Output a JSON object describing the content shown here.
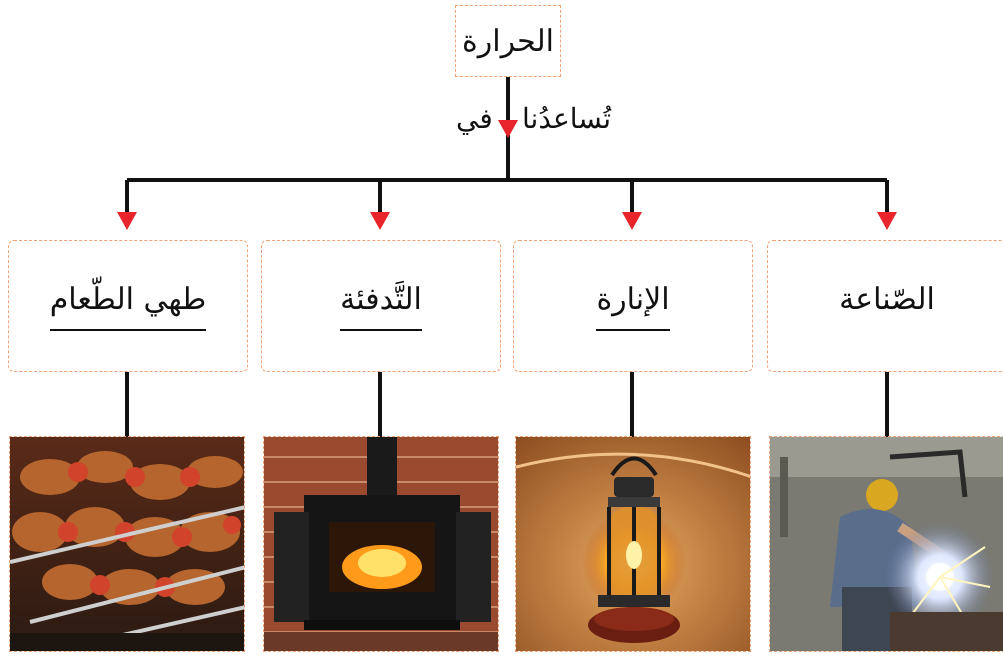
{
  "root": {
    "label": "الحرارة"
  },
  "edge": {
    "word_main": "تُساعدُنا",
    "word_in": "في"
  },
  "categories": [
    {
      "label": "طهي الطّعام",
      "underlined": true,
      "image": "kebab-grill-photo"
    },
    {
      "label": "التَّدفئة",
      "underlined": true,
      "image": "fireplace-stove-photo"
    },
    {
      "label": "الإنارة",
      "underlined": true,
      "image": "oil-lantern-photo"
    },
    {
      "label": "الصّناعة",
      "underlined": false,
      "image": "welder-sparks-photo"
    }
  ],
  "colors": {
    "connector": "#111111",
    "arrow": "#e8252b",
    "dashed_border": "#f0a27a"
  }
}
